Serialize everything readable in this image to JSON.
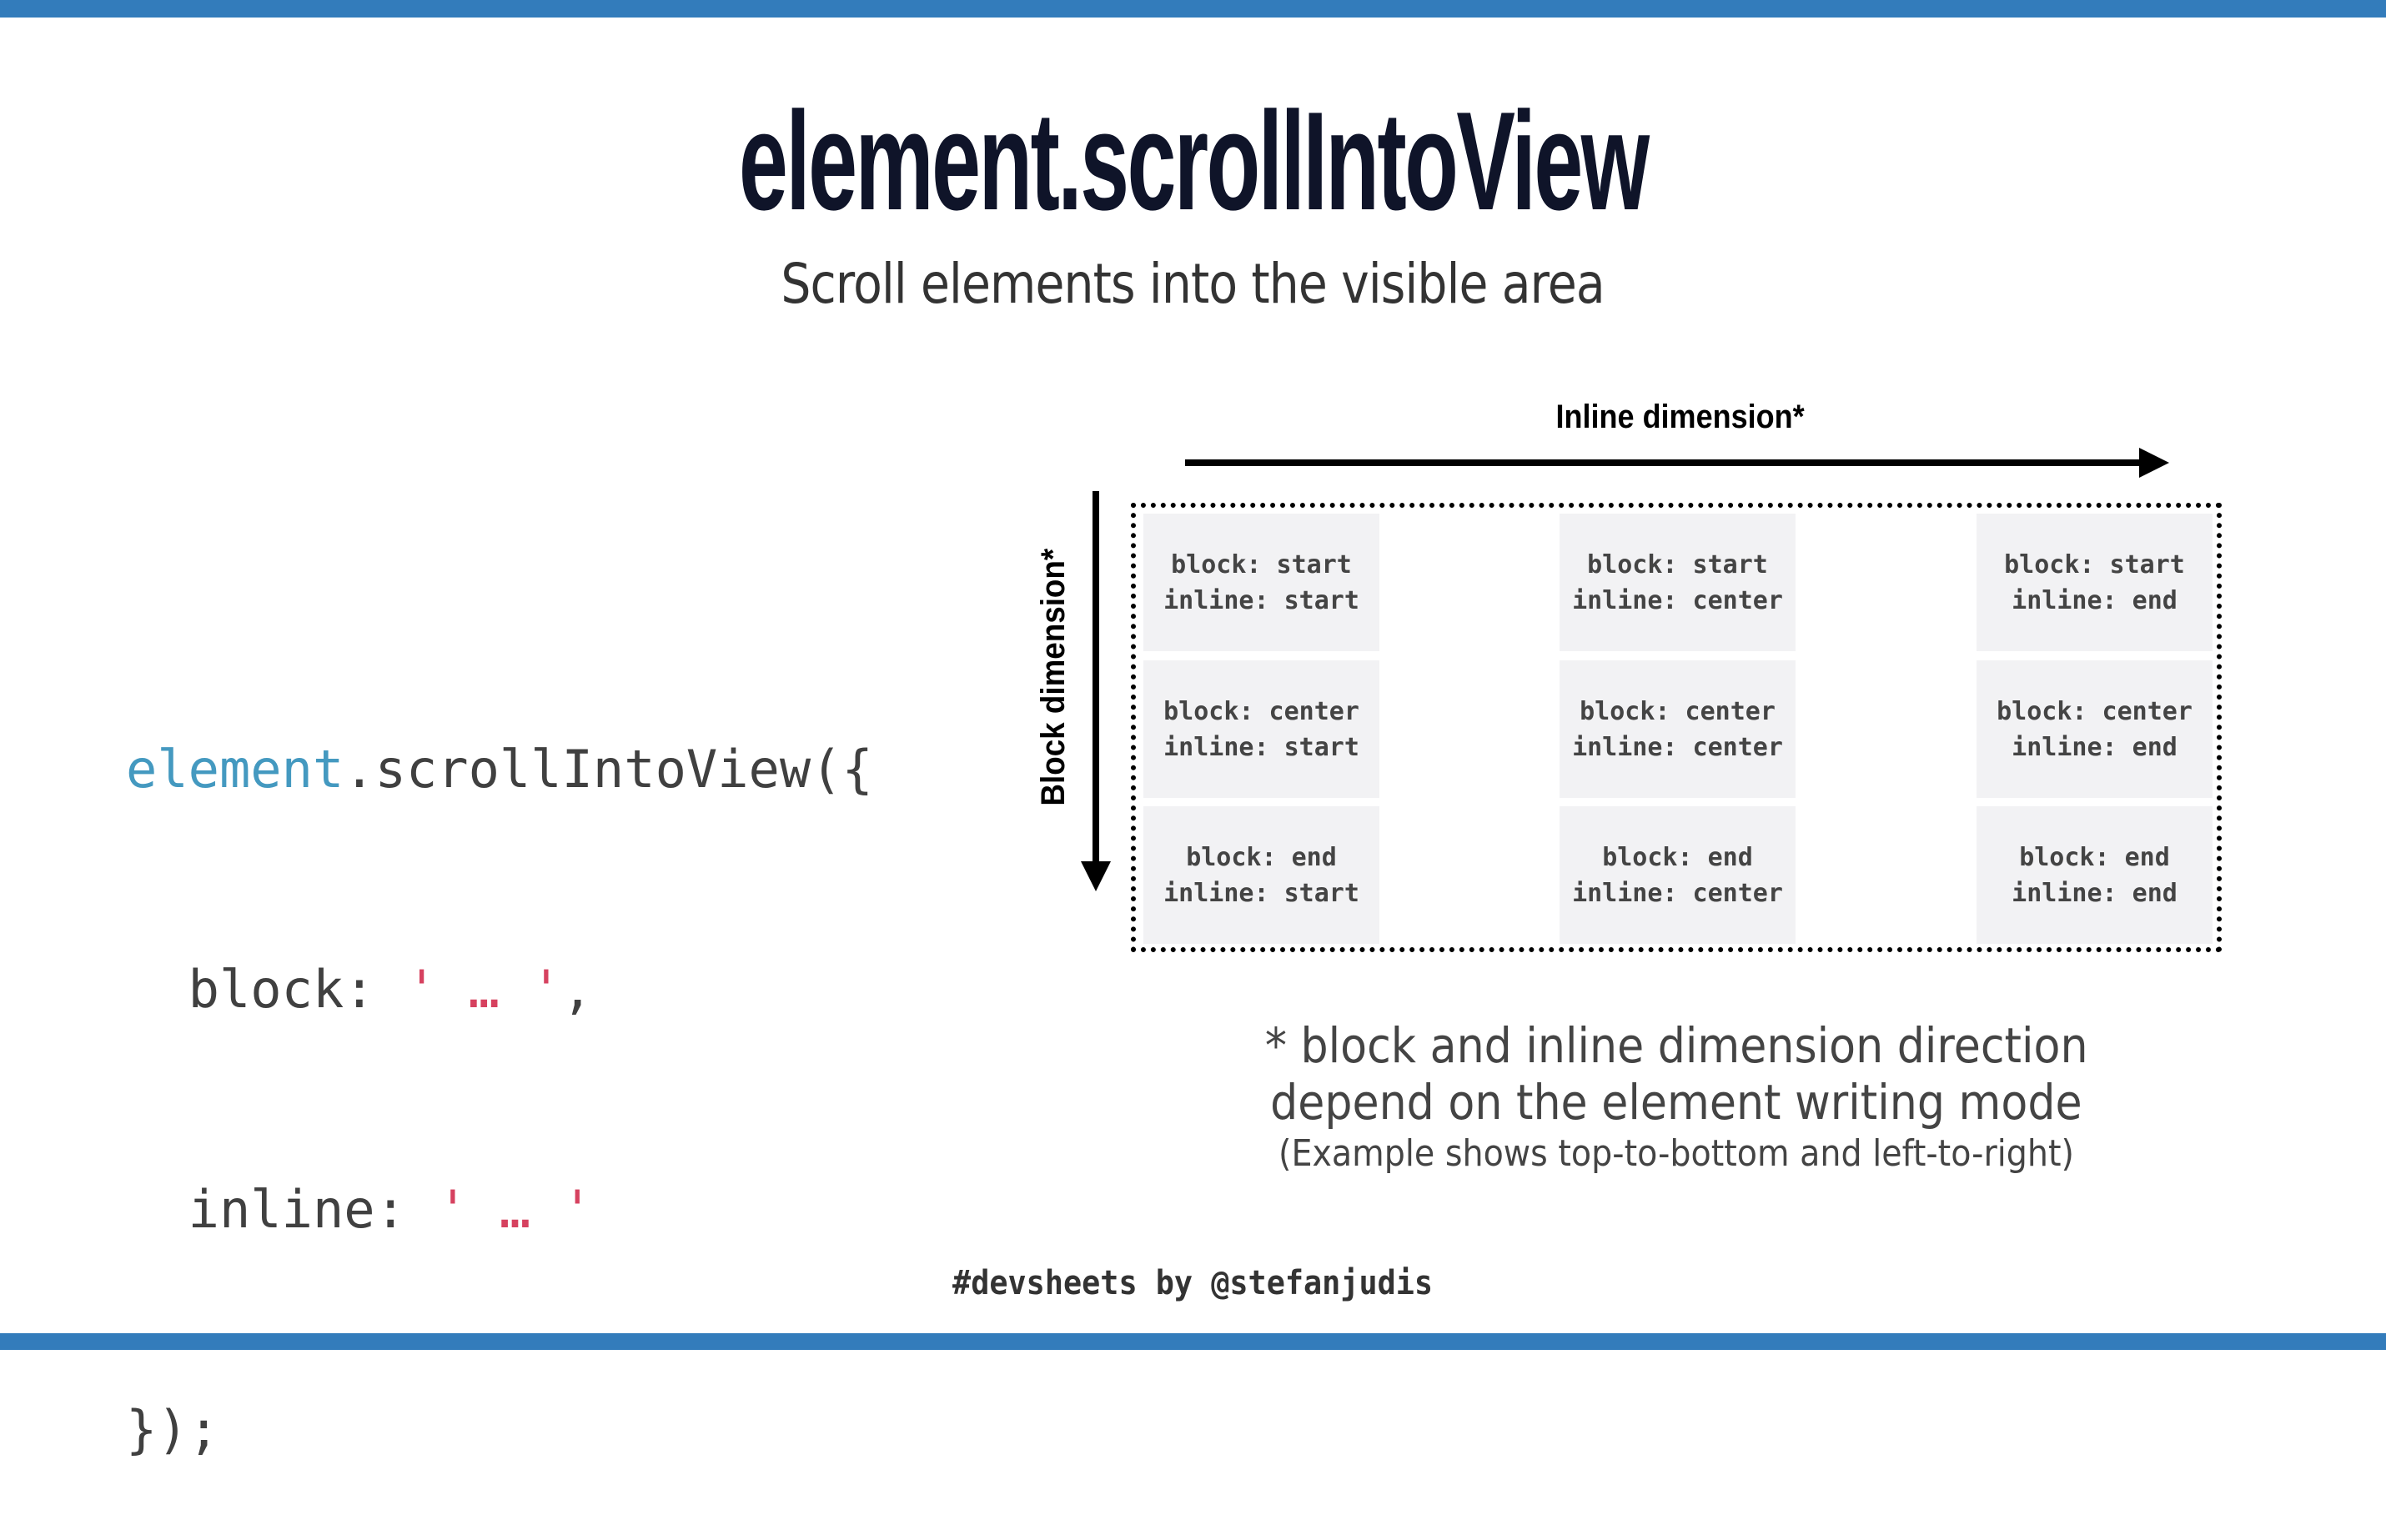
{
  "colors": {
    "bar": "#337cbb",
    "title": "#0f1429",
    "subtitle": "#333333",
    "code_text": "#404040",
    "code_object": "#4499c0",
    "code_string": "#d6415f",
    "cell_bg": "#f2f2f4",
    "cell_text": "#444444"
  },
  "header": {
    "title": "element.scrollIntoView",
    "subtitle": "Scroll elements into the visible area"
  },
  "code": {
    "line1": {
      "object": "element",
      "rest": ".scrollIntoView({"
    },
    "line2": {
      "key": "  block: ",
      "value": "' … '",
      "trail": ","
    },
    "line3": {
      "key": "  inline: ",
      "value": "' … '",
      "trail": ""
    },
    "line4": {
      "text": "});"
    }
  },
  "diagram": {
    "inline_label": "Inline dimension*",
    "block_label": "Block dimension*",
    "cells": [
      {
        "block": "block: start",
        "inline": "inline: start"
      },
      {
        "block": "block: start",
        "inline": "inline: center"
      },
      {
        "block": "block: start",
        "inline": "inline: end"
      },
      {
        "block": "block: center",
        "inline": "inline: start"
      },
      {
        "block": "block: center",
        "inline": "inline: center"
      },
      {
        "block": "block: center",
        "inline": "inline: end"
      },
      {
        "block": "block: end",
        "inline": "inline: start"
      },
      {
        "block": "block: end",
        "inline": "inline: center"
      },
      {
        "block": "block: end",
        "inline": "inline: end"
      }
    ]
  },
  "footnote": {
    "line1": "* block and inline dimension direction",
    "line2": "depend on the element writing mode",
    "line3": "(Example shows top-to-bottom and left-to-right)"
  },
  "footer": {
    "credit": "#devsheets by @stefanjudis"
  }
}
